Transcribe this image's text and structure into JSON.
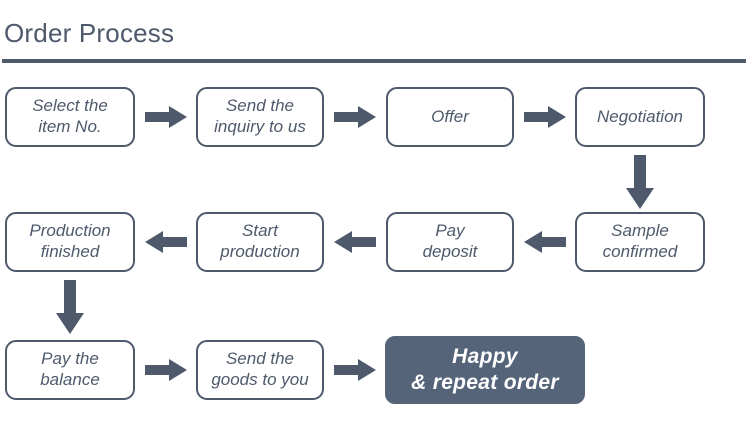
{
  "header": {
    "title": "Order Process",
    "rule_color": "#4e5a6c"
  },
  "theme": {
    "line_color": "#4e5a6c",
    "node_border": "#4e5a6c",
    "node_text": "#4e5a6c",
    "node_fill": "#ffffff",
    "highlight_fill": "#56647a",
    "highlight_text": "#ffffff",
    "background": "#ffffff"
  },
  "flow": {
    "row1": [
      {
        "id": "select-item-no",
        "text": "Select the\nitem No."
      },
      {
        "id": "send-inquiry",
        "text": "Send the\ninquiry to us"
      },
      {
        "id": "offer",
        "text": "Offer"
      },
      {
        "id": "negotiation",
        "text": "Negotiation"
      }
    ],
    "row2": [
      {
        "id": "production-finished",
        "text": "Production\nfinished"
      },
      {
        "id": "start-production",
        "text": "Start\nproduction"
      },
      {
        "id": "pay-deposit",
        "text": "Pay\ndeposit"
      },
      {
        "id": "sample-confirmed",
        "text": "Sample\nconfirmed"
      }
    ],
    "row3": [
      {
        "id": "pay-the-balance",
        "text": "Pay the\nbalance"
      },
      {
        "id": "send-goods",
        "text": "Send the\ngoods to you"
      },
      {
        "id": "happy-repeat",
        "text": "Happy\n& repeat order"
      }
    ],
    "connectors": [
      {
        "id": "arrow-select-to-send",
        "direction": "right"
      },
      {
        "id": "arrow-send-to-offer",
        "direction": "right"
      },
      {
        "id": "arrow-offer-to-negotiation",
        "direction": "right"
      },
      {
        "id": "arrow-negotiation-to-sample",
        "direction": "down"
      },
      {
        "id": "arrow-sample-to-deposit",
        "direction": "left"
      },
      {
        "id": "arrow-deposit-to-start",
        "direction": "left"
      },
      {
        "id": "arrow-start-to-finished",
        "direction": "left"
      },
      {
        "id": "arrow-finished-to-balance",
        "direction": "down"
      },
      {
        "id": "arrow-balance-to-goods",
        "direction": "right"
      },
      {
        "id": "arrow-goods-to-happy",
        "direction": "right"
      }
    ]
  }
}
